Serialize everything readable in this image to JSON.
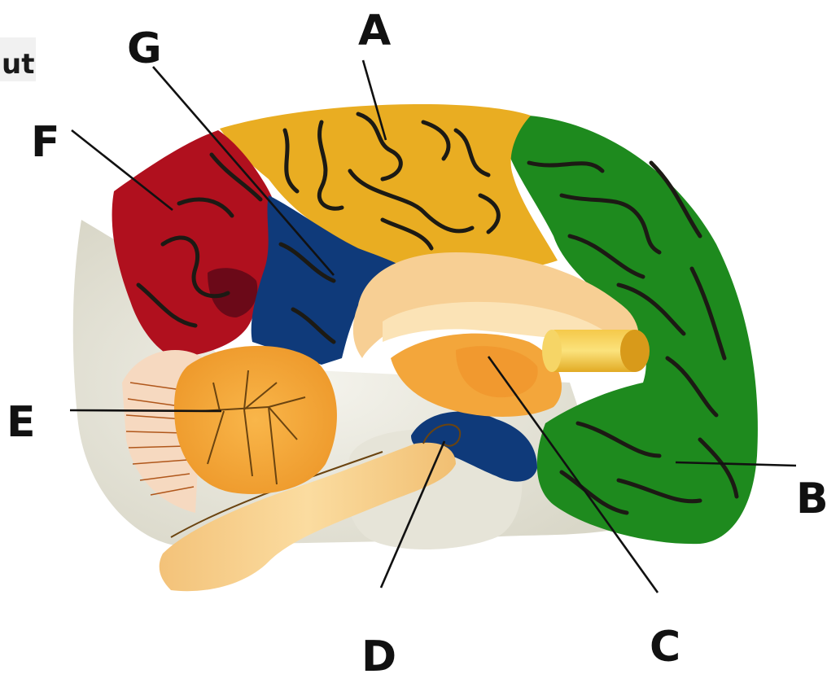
{
  "corner_text": "ut",
  "labels": {
    "A": "A",
    "B": "B",
    "C": "C",
    "D": "D",
    "E": "E",
    "F": "F",
    "G": "G"
  },
  "colors": {
    "parietal_lobe": "#e9ad22",
    "frontal_lobe": "#1e8a1e",
    "occipital_lobe": "#b0101e",
    "medial_region": "#0f3a7a",
    "cerebellum": "#f5a93e",
    "brainstem": "#f8d18c",
    "background_tissue": "#e4e2d6"
  }
}
